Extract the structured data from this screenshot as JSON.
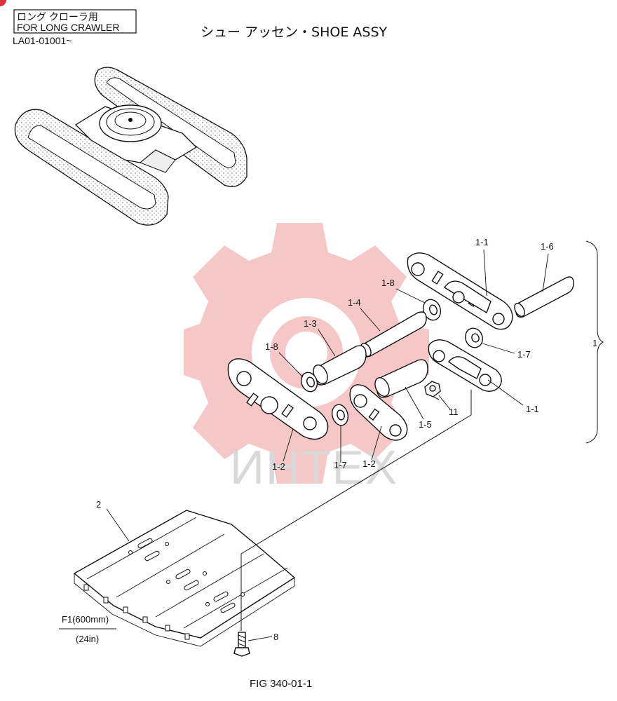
{
  "header": {
    "label_jp": "ロング クローラ用",
    "label_en": "FOR LONG CRAWLER",
    "serial": "LA01-01001~",
    "title": "シュー アッセン・SHOE ASSY"
  },
  "callouts": {
    "c1_1_top": "1-1",
    "c1_6": "1-6",
    "c1_8_top": "1-8",
    "c1_4": "1-4",
    "c1_3": "1-3",
    "c1_8_left": "1-8",
    "c1_7_right": "1-7",
    "c1": "1",
    "c11": "11",
    "c1_1_bottom": "1-1",
    "c1_5": "1-5",
    "c1_2_left": "1-2",
    "c1_7_bottom": "1-7",
    "c1_2_mid": "1-2",
    "c2": "2",
    "c8": "8"
  },
  "shoe_size": {
    "metric": "F1(600mm)",
    "imperial": "(24in)"
  },
  "watermark": "ИНТЕХ",
  "figure": "FIG 340-01-1",
  "colors": {
    "watermark_gear": "#f4c2c2",
    "line": "#111111",
    "badge": "#e0303a"
  }
}
